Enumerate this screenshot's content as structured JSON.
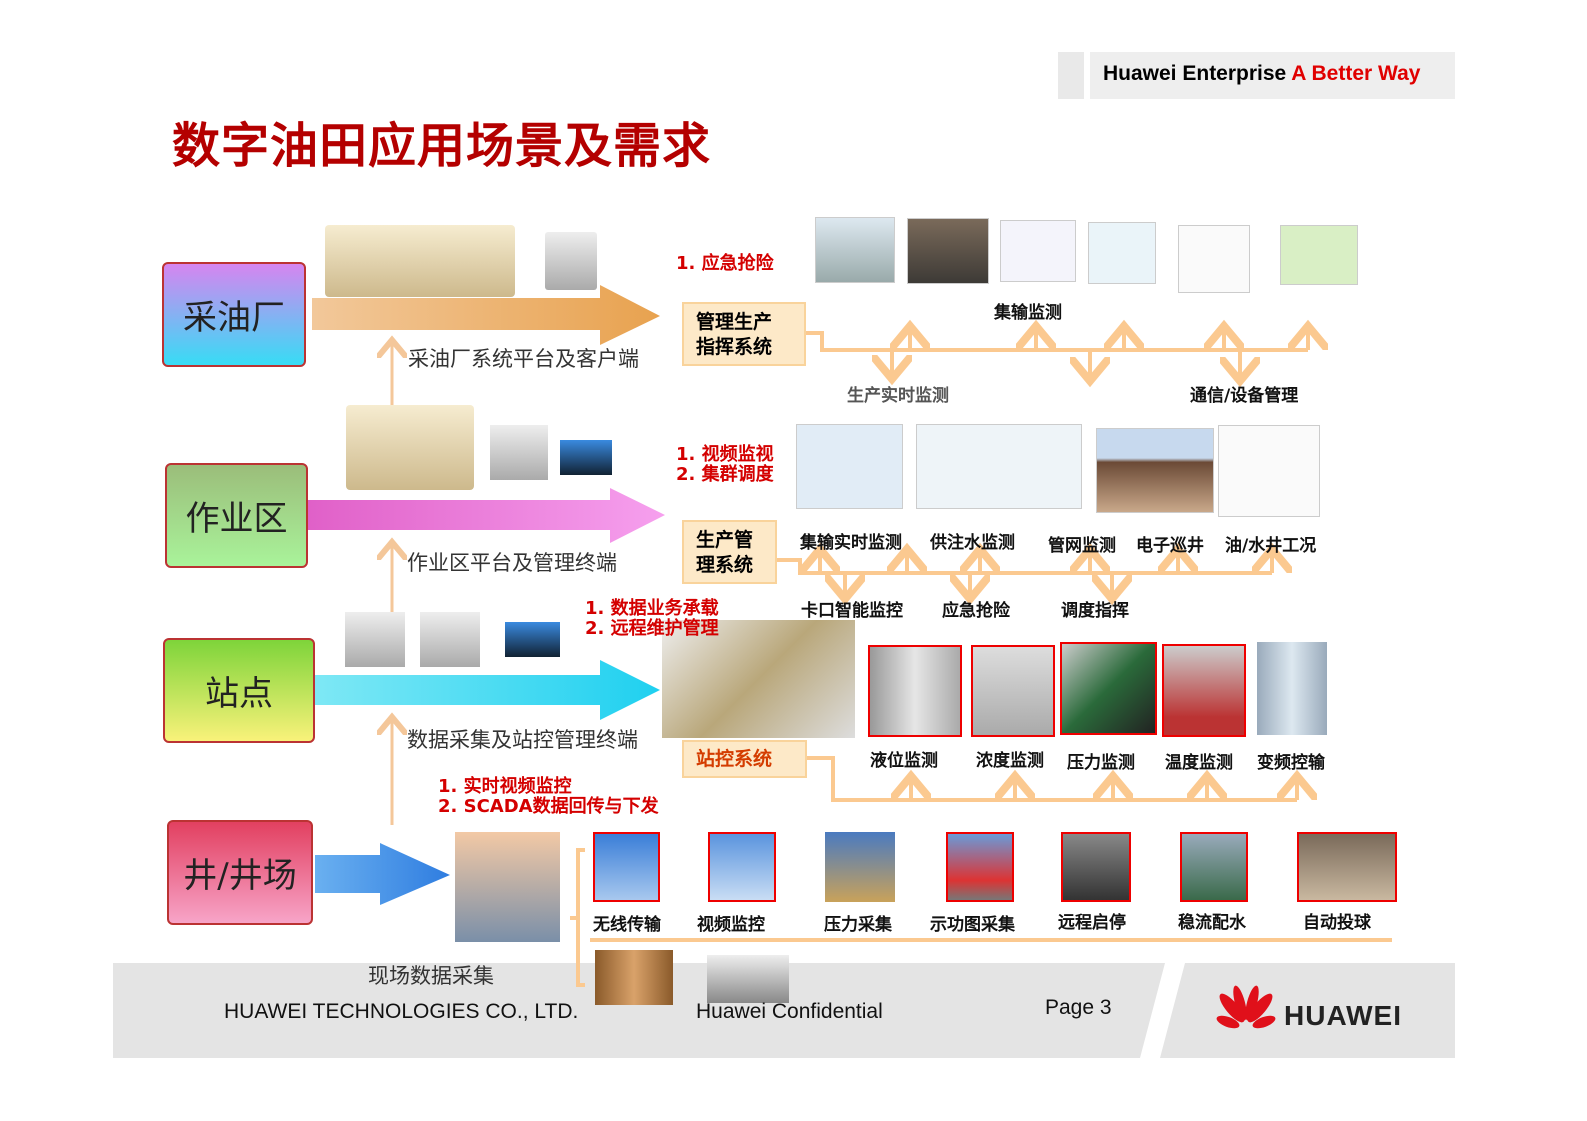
{
  "header": {
    "brand": "Huawei Enterprise",
    "slogan": "A Better Way"
  },
  "title": "数字油田应用场景及需求",
  "levels": [
    {
      "name": "采油厂",
      "platform": "采油厂系统平台及客户端"
    },
    {
      "name": "作业区",
      "platform": "作业区平台及管理终端"
    },
    {
      "name": "站点",
      "platform": "数据采集及站控管理终端"
    },
    {
      "name": "井/井场",
      "platform": "现场数据采集"
    }
  ],
  "requirements": {
    "plant": [
      "1. 应急抢险"
    ],
    "area": [
      "1. 视频监视",
      "2. 集群调度"
    ],
    "station": [
      "1. 数据业务承载",
      "2. 远程维护管理"
    ],
    "well": [
      "1. 实时视频监控",
      "2. SCADA数据回传与下发"
    ]
  },
  "plant_system": {
    "label": "管理生产指挥系统",
    "line1": "管理生产",
    "line2": "指挥系统",
    "up": [
      "集输监测"
    ],
    "down": [
      "生产实时监测",
      "通信/设备管理"
    ]
  },
  "area_system": {
    "line1": "生产管",
    "line2": "理系统",
    "up": [
      "集输实时监测",
      "供注水监测",
      "管网监测",
      "电子巡井",
      "油/水井工况"
    ],
    "down": [
      "卡口智能监控",
      "应急抢险",
      "调度指挥"
    ]
  },
  "station_system": {
    "label": "站控系统",
    "items": [
      "液位监测",
      "浓度监测",
      "压力监测",
      "温度监测",
      "变频控输"
    ]
  },
  "well_items": [
    "无线传输",
    "视频监控",
    "压力采集",
    "示功图采集",
    "远程启停",
    "稳流配水",
    "自动投球"
  ],
  "footer": {
    "company": "HUAWEI TECHNOLOGIES CO., LTD.",
    "confidential": "Huawei Confidential",
    "page": "Page 3",
    "logo_text": "HUAWEI"
  },
  "colors": {
    "title": "#b40000",
    "accent_red": "#d40000",
    "orange_line": "#fbc990",
    "system_box": "#fde9c8"
  }
}
